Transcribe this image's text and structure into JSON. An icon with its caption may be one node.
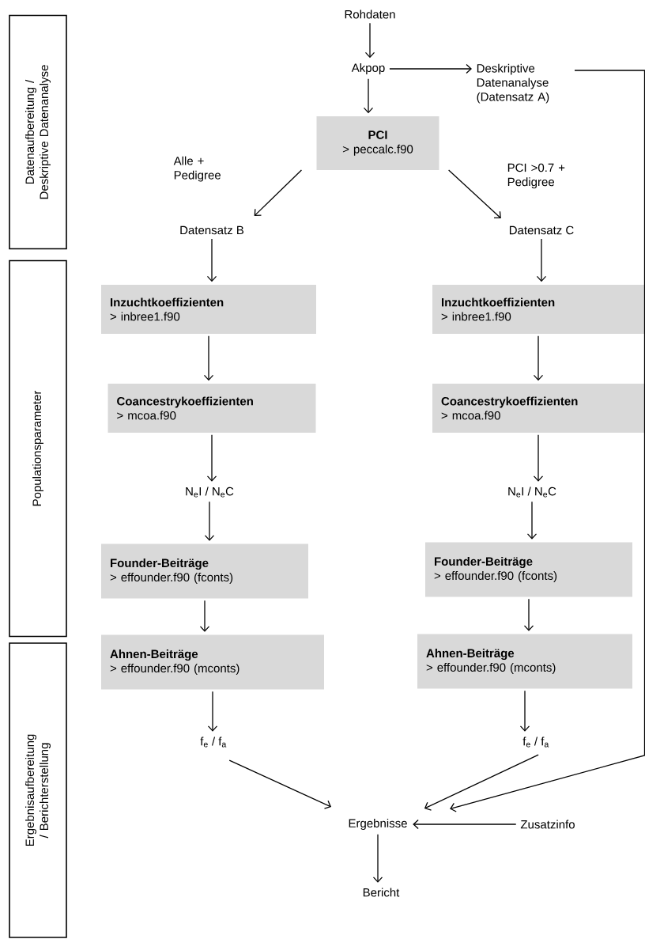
{
  "diagram": {
    "nodes": [
      {
        "text": [
          "Datenaufbereitung / Deskriptive Datenanalyse"
        ]
      },
      {
        "text": [
          "Populationsparameter"
        ]
      },
      {
        "text": [
          "Ergebnisaufbereitung / Berichterstellung"
        ]
      },
      {
        "text": [
          "Rohdaten"
        ]
      },
      {
        "text": [
          "Akpop"
        ]
      },
      {
        "text": [
          "Deskriptive Datenanalyse (Datensatz A)"
        ]
      },
      {
        "text": [
          "PCI",
          "> peccalc.f90"
        ]
      },
      {
        "text": [
          "Datensatz B"
        ]
      },
      {
        "text": [
          "Datensatz C"
        ]
      },
      {
        "text": [
          "Inzuchtkoeffizienten",
          "> inbree1.f90"
        ]
      },
      {
        "text": [
          "Inzuchtkoeffizienten",
          "> inbree1.f90"
        ]
      },
      {
        "text": [
          "Coancestrykoeffizienten",
          "> mcoa.f90"
        ]
      },
      {
        "text": [
          "Coancestrykoeffizienten",
          "> mcoa.f90"
        ]
      },
      {
        "text": [
          "N$_{e}$I / N$_{e}$C"
        ]
      },
      {
        "text": [
          "N$_{e}$I / N$_{e}$C"
        ]
      },
      {
        "text": [
          "Founder-Beiträge",
          "> effounder.f90 (fconts)"
        ]
      },
      {
        "text": [
          "Founder-Beiträge",
          "> effounder.f90 (fconts)"
        ]
      },
      {
        "text": [
          "Ahnen-Beiträge",
          "> effounder.f90 (mconts)"
        ]
      },
      {
        "text": [
          "Ahnen-Beiträge",
          "> effounder.f90 (mconts)"
        ]
      },
      {
        "text": [
          "f$_{e}$ / f$_{a}$"
        ]
      },
      {
        "text": [
          "f$_{e}$ / f$_{a}$"
        ]
      },
      {
        "text": [
          "Ergebnisse"
        ]
      },
      {
        "text": [
          "Zusatzinfo"
        ]
      },
      {
        "text": [
          "Bericht"
        ]
      }
    ],
    "edges": [
      {
        "from": 3,
        "to": 4,
        "arrow": "to"
      },
      {
        "from": 4,
        "to": 6,
        "arrow": "to"
      },
      {
        "from": 4,
        "to": 5,
        "arrow": "to"
      },
      {
        "from": 6,
        "to": 7,
        "arrow": "to",
        "label": "Alle + Pedigree"
      },
      {
        "from": 6,
        "to": 8,
        "arrow": "to",
        "label": "PCI >0.7 + Pedigree"
      },
      {
        "from": 7,
        "to": 9,
        "arrow": "to"
      },
      {
        "from": 9,
        "to": 11,
        "arrow": "to"
      },
      {
        "from": 11,
        "to": 13,
        "arrow": "to"
      },
      {
        "from": 13,
        "to": 15,
        "arrow": "to"
      },
      {
        "from": 15,
        "to": 17,
        "arrow": "to"
      },
      {
        "from": 17,
        "to": 19,
        "arrow": "to"
      },
      {
        "from": 8,
        "to": 10,
        "arrow": "to"
      },
      {
        "from": 10,
        "to": 12,
        "arrow": "to"
      },
      {
        "from": 12,
        "to": 14,
        "arrow": "to"
      },
      {
        "from": 14,
        "to": 16,
        "arrow": "to"
      },
      {
        "from": 16,
        "to": 18,
        "arrow": "to"
      },
      {
        "from": 18,
        "to": 20,
        "arrow": "to"
      },
      {
        "from": 19,
        "to": 21,
        "arrow": "to"
      },
      {
        "from": 20,
        "to": 21,
        "arrow": "to"
      },
      {
        "from": 5,
        "to": 21,
        "arrow": "to"
      },
      {
        "from": 22,
        "to": 21,
        "arrow": "to"
      },
      {
        "from": 21,
        "to": 23,
        "arrow": "to"
      }
    ]
  }
}
